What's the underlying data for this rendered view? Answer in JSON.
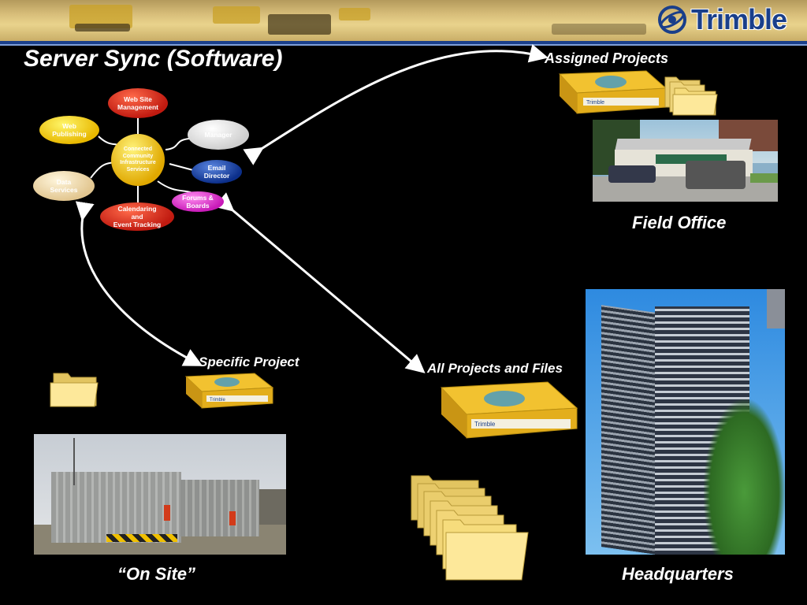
{
  "header": {
    "logo_text": "Trimble",
    "title": "Server Sync (Software)"
  },
  "hub": {
    "center": "Connected\nCommunity\nInfrastructure\nServices",
    "nodes": {
      "web_site_management": "Web Site\nManagement",
      "web_publishing": "Web\nPublishing",
      "manager": "Manager",
      "email_director": "Email\nDirector",
      "forums_boards": "Forums &\nBoards",
      "calendaring": "Calendaring\nand\nEvent Tracking",
      "data_services": "Data\nServices"
    }
  },
  "labels": {
    "assigned_projects": "Assigned Projects",
    "field_office": "Field Office",
    "specific_project": "Specific Project",
    "all_projects": "All Projects and Files",
    "on_site": "“On Site”",
    "headquarters": "Headquarters",
    "server_brand": "Trimble"
  },
  "colors": {
    "banner_blue": "#1a3f8a",
    "server_yellow": "#f2c230",
    "folder_yellow": "#f6dc7c"
  }
}
